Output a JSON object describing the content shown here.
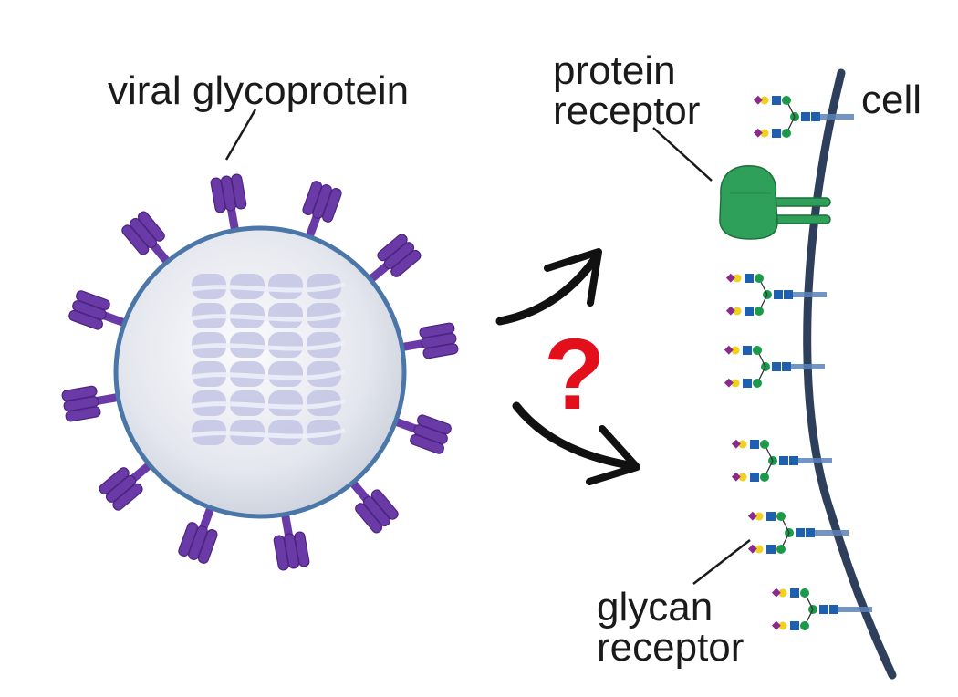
{
  "labels": {
    "viral_glycoprotein": "viral glycoprotein",
    "protein_receptor_line1": "protein",
    "protein_receptor_line2": "receptor",
    "cell": "cell",
    "glycan_receptor_line1": "glycan",
    "glycan_receptor_line2": "receptor",
    "question": "?"
  },
  "colors": {
    "virus_fill": "#e4e7ee",
    "virus_outline": "#4a76a8",
    "glycoprotein": "#6a3aa6",
    "capsid": "#c3c6e4",
    "membrane": "#2e3f5c",
    "membrane_stub": "#5a82b8",
    "protein_receptor": "#2ea05a",
    "arrow": "#111111",
    "question": "#e3101c",
    "glycan_blue": "#1f5fb0",
    "glycan_green": "#1a9a4a",
    "glycan_yellow": "#f0d020",
    "glycan_purple": "#8a2a8a"
  },
  "icons": {
    "virus": "virus-icon",
    "glycoprotein": "glycoprotein-spike-icon",
    "protein_receptor": "protein-receptor-icon",
    "glycan": "glycan-tree-icon",
    "arrow": "curved-arrow-icon"
  }
}
